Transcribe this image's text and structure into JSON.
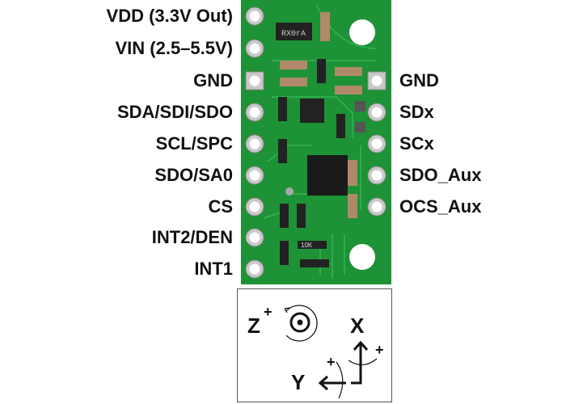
{
  "left_pins": [
    "VDD (3.3V Out)",
    "VIN (2.5–5.5V)",
    "GND",
    "SDA/SDI/SDO",
    "SCL/SPC",
    "SDO/SA0",
    "CS",
    "INT2/DEN",
    "INT1"
  ],
  "right_pins": [
    "GND",
    "SDx",
    "SCx",
    "SDO_Aux",
    "OCS_Aux"
  ],
  "board": {
    "regulator_marking": "RX0rA",
    "resistor_marking": "10K"
  },
  "axes": {
    "z": "Z",
    "x": "X",
    "y": "Y",
    "plus": "+"
  },
  "colors": {
    "pcb": "#1f9a3a",
    "trace": "#2bb04a",
    "pad": "#c9c9c9"
  }
}
